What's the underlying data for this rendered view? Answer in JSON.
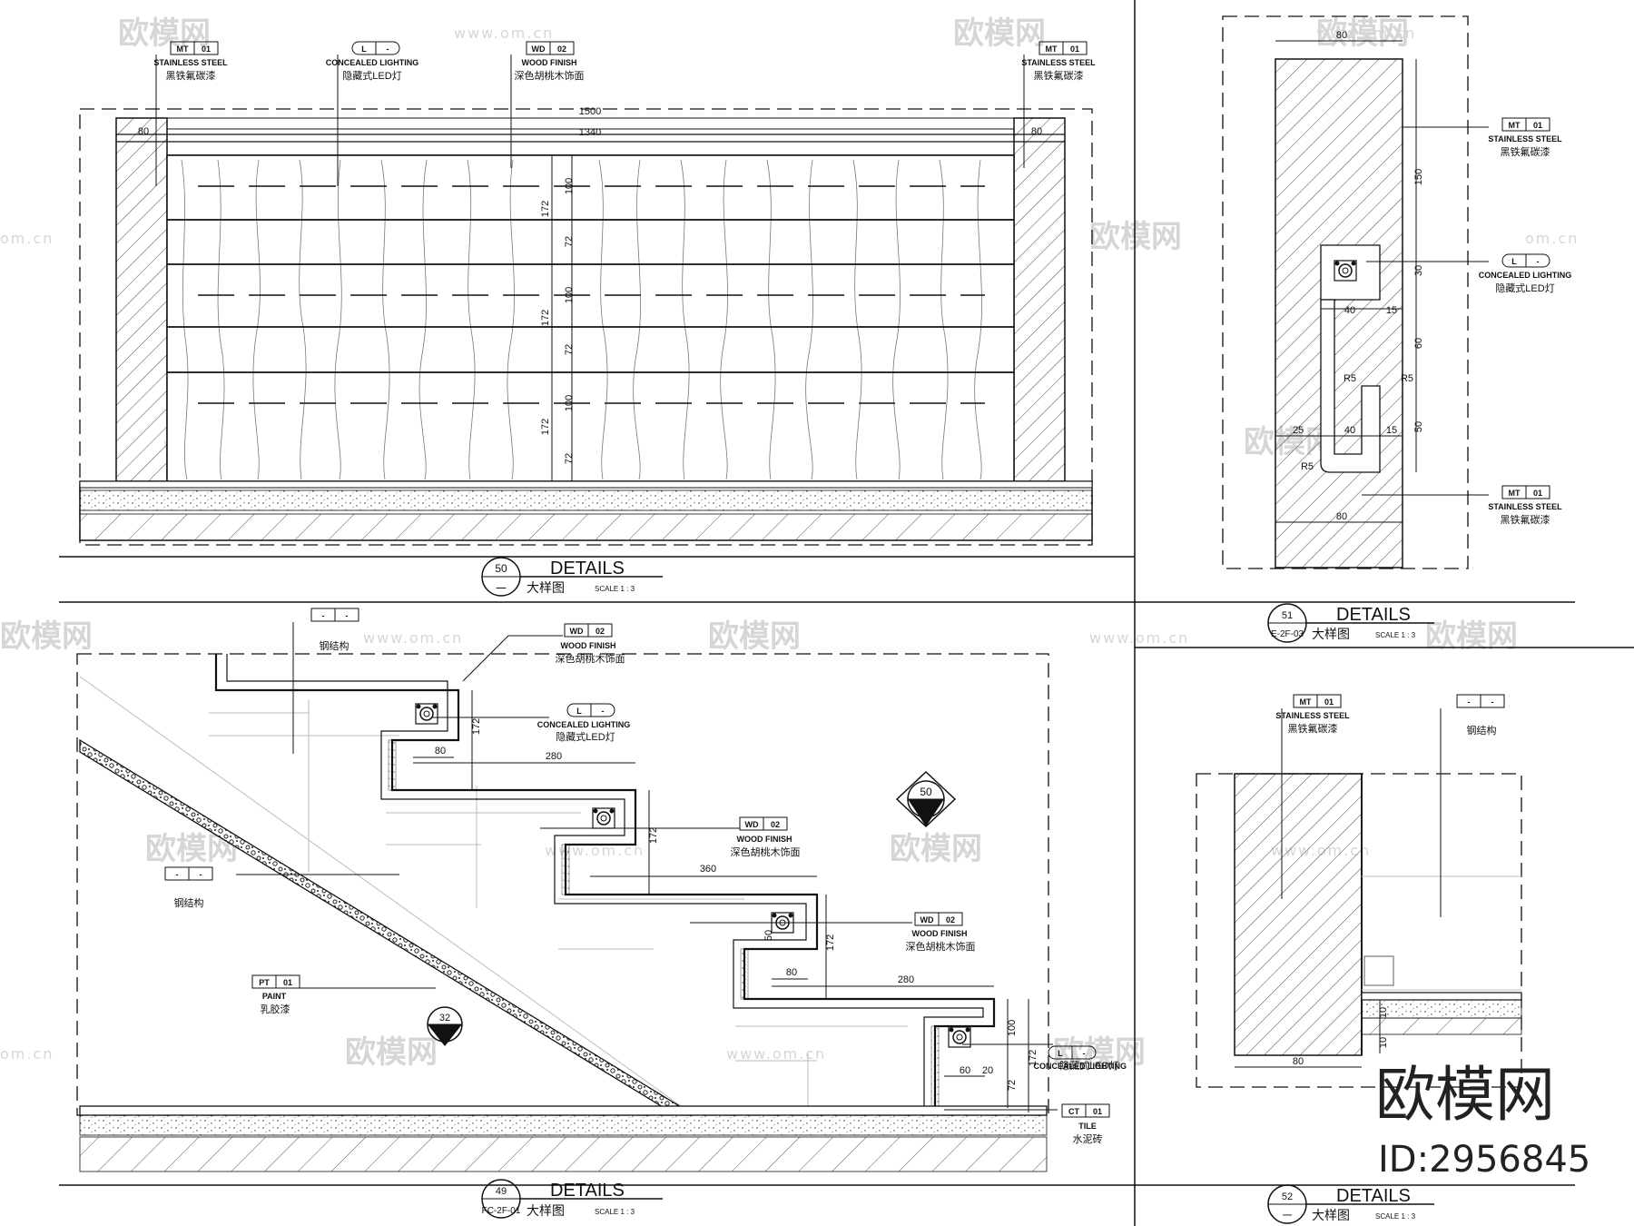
{
  "watermark": {
    "brand": "欧模网",
    "site": "www.om.cn",
    "site_short": "om.cn"
  },
  "tags": {
    "mt_code": "MT",
    "mt_num": "01",
    "mt_name": "STAINLESS STEEL",
    "mt_desc": "黑铁氟碳漆",
    "wd_code": "WD",
    "wd_num": "02",
    "wd_name": "WOOD FINISH",
    "wd_desc": "深色胡桃木饰面",
    "l_code": "L",
    "l_num": "-",
    "l_name": "CONCEALED LIGHTING",
    "l_desc": "隐藏式LED灯",
    "pt_code": "PT",
    "pt_num": "01",
    "pt_name": "PAINT",
    "pt_desc": "乳胶漆",
    "ct_code": "CT",
    "ct_num": "01",
    "ct_name": "TILE",
    "ct_desc": "水泥砖",
    "blank_code": "-",
    "blank_num": "-",
    "steel_desc": "钢结构"
  },
  "titles": {
    "d50": {
      "number": "50",
      "sub": "一",
      "title": "DETAILS",
      "cn": "大样图",
      "scale": "SCALE 1 : 3"
    },
    "d51": {
      "number": "51",
      "sub": "E-2F-03",
      "title": "DETAILS",
      "cn": "大样图",
      "scale": "SCALE 1 : 3"
    },
    "d49": {
      "number": "49",
      "sub": "FC-2F-01",
      "title": "DETAILS",
      "cn": "大样图",
      "scale": "SCALE 1 : 3"
    },
    "d52": {
      "number": "52",
      "sub": "一",
      "title": "DETAILS",
      "cn": "大样图",
      "scale": "SCALE 1 : 3"
    }
  },
  "dims": {
    "d50": {
      "overall": "1500",
      "inner": "1340",
      "side": "80",
      "tread_h": "100",
      "gap": "72",
      "step": "172"
    },
    "d51": {
      "width": "80",
      "upper": "150",
      "lamp_h": "30",
      "lamp_w": "40",
      "gap15": "15",
      "mid": "60",
      "r5a": "R5",
      "r5b": "R5",
      "r5c": "R5",
      "left25": "25",
      "lower": "50"
    },
    "d49": {
      "rise": "172",
      "run80": "80",
      "run280": "280",
      "run360": "360",
      "lamp50": "50",
      "tread100": "100",
      "run60": "60",
      "run20": "20",
      "gap72": "72"
    },
    "d52": {
      "base": "80",
      "h10": "10",
      "h10b": "10"
    }
  },
  "callouts": {
    "section_ref": "50",
    "section_ref2": "32"
  },
  "stamp": {
    "logo": "欧模网",
    "id": "ID:2956845"
  }
}
